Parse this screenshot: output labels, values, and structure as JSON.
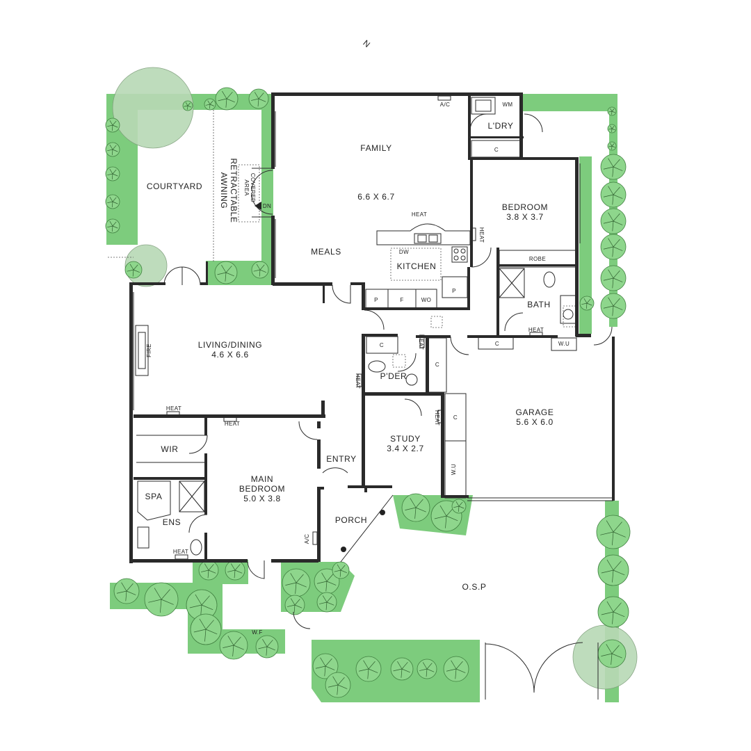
{
  "plan": {
    "north_arrow": "N",
    "rooms": {
      "courtyard": "COURTYARD",
      "family": "FAMILY",
      "family_size": "6.6 X 6.7",
      "meals": "MEALS",
      "kitchen": "KITCHEN",
      "laundry": "L'DRY",
      "bedroom": "BEDROOM",
      "bedroom_size": "3.8 X 3.7",
      "robe": "ROBE",
      "bath": "BATH",
      "living_dining": "LIVING/DINING",
      "living_dining_size": "4.6 X 6.6",
      "powder": "P'DER",
      "garage": "GARAGE",
      "garage_size": "5.6 X 6.0",
      "study": "STUDY",
      "study_size": "3.4 X 2.7",
      "wir": "WIR",
      "main_bedroom_line1": "MAIN",
      "main_bedroom_line2": "BEDROOM",
      "main_bedroom_size": "5.0 X 3.8",
      "spa": "SPA",
      "ensuite": "ENS",
      "entry": "ENTRY",
      "porch": "PORCH",
      "osp": "O.S.P"
    },
    "fixtures": {
      "retractable_line1": "RETRACTABLE",
      "retractable_line2": "AWNING",
      "covered_line1": "COVERED",
      "covered_line2": "AREA",
      "dn": "DN",
      "heat": "HEAT",
      "ac": "A/C",
      "wm": "WM",
      "cupboard": "C",
      "dishwasher": "DW",
      "pantry": "P",
      "fridge": "F",
      "wall_oven": "WO",
      "fire": "FIRE",
      "washing_unit": "W.U",
      "water_fountain": "W.F"
    }
  }
}
